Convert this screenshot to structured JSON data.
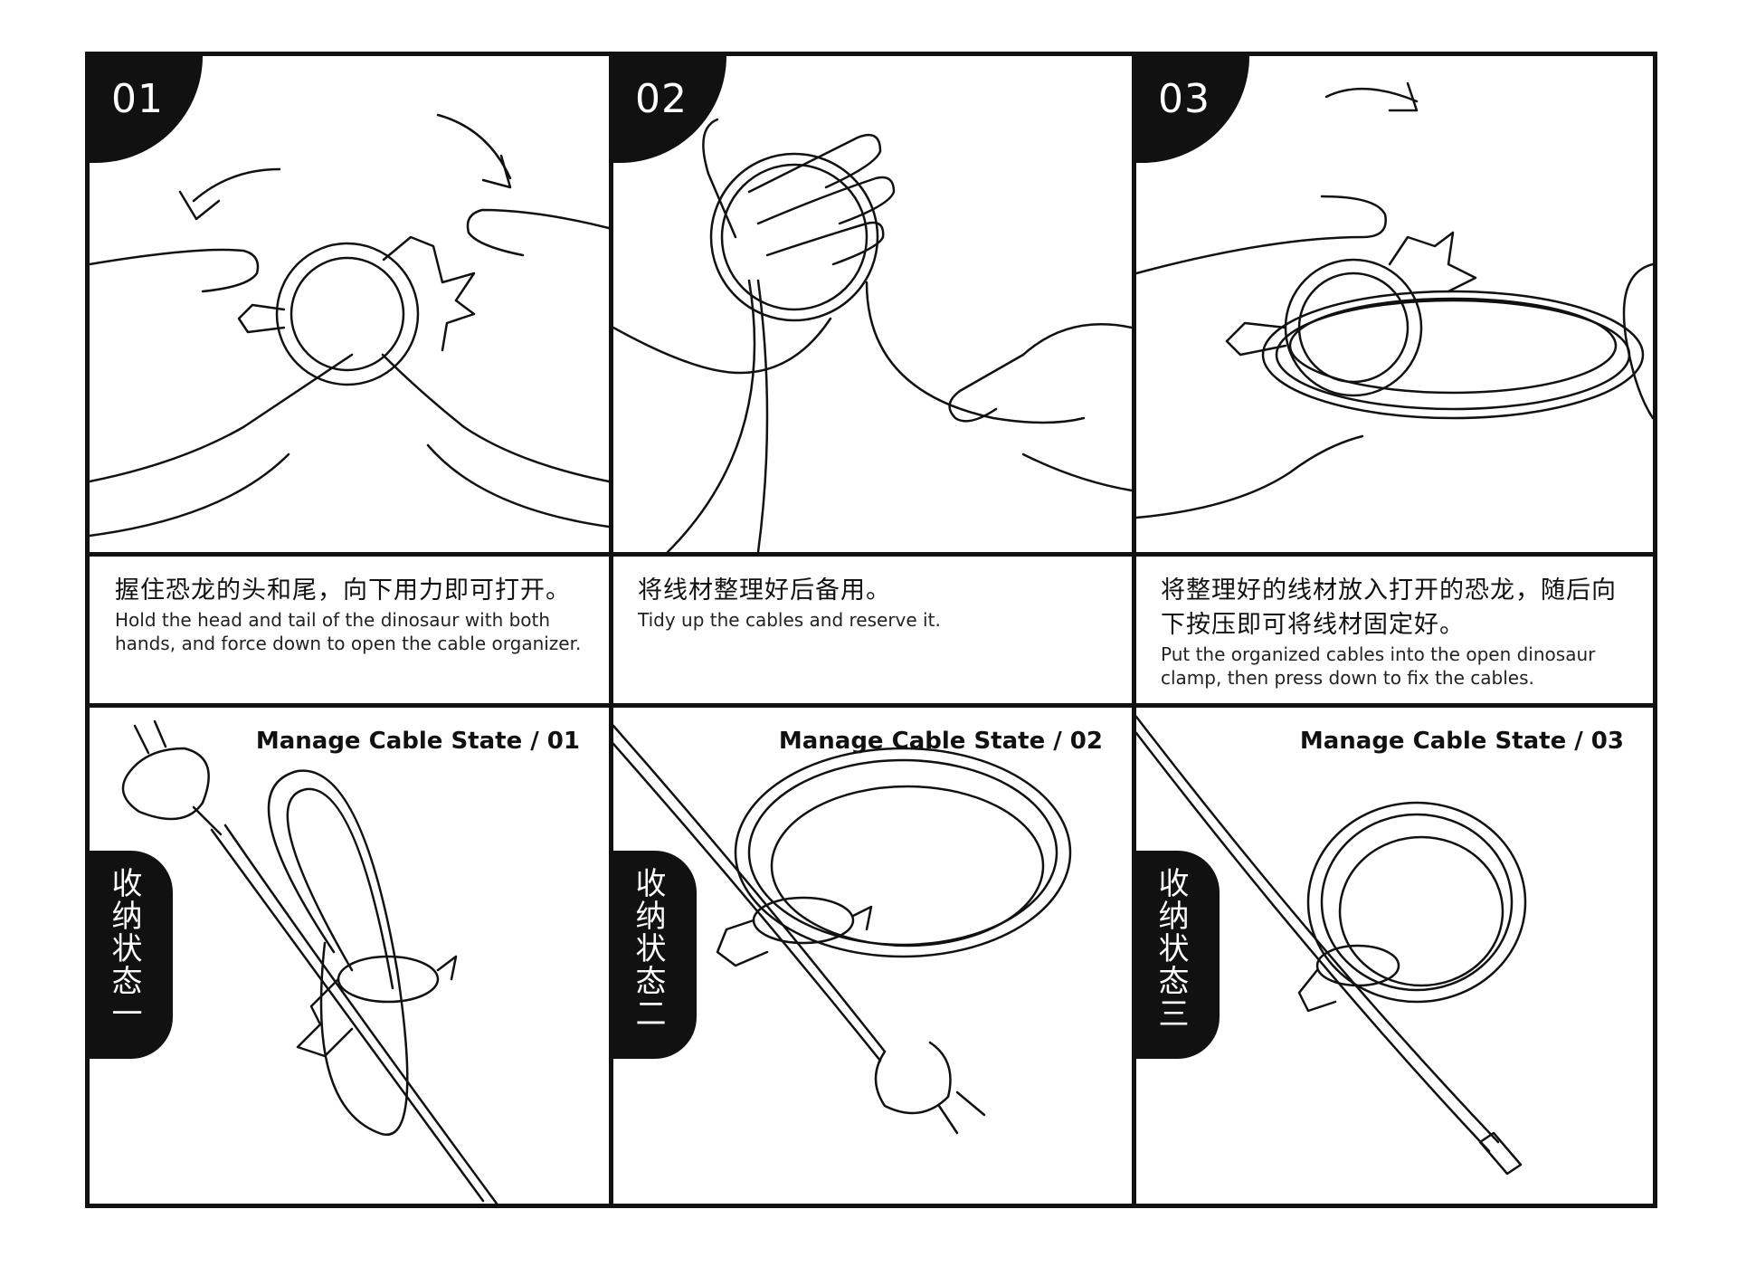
{
  "steps": [
    {
      "number": "01",
      "caption_zh": "握住恐龙的头和尾，向下用力即可打开。",
      "caption_en": "Hold the head and tail of the dinosaur with both hands, and force down to open the cable organizer."
    },
    {
      "number": "02",
      "caption_zh": "将线材整理好后备用。",
      "caption_en": "Tidy up the cables and reserve it."
    },
    {
      "number": "03",
      "caption_zh": "将整理好的线材放入打开的恐龙，随后向下按压即可将线材固定好。",
      "caption_en": "Put the organized cables into the open dinosaur clamp, then press down to fix the cables."
    }
  ],
  "states": [
    {
      "title": "Manage Cable State / 01",
      "label": "收纳状态一"
    },
    {
      "title": "Manage Cable State / 02",
      "label": "收纳状态二"
    },
    {
      "title": "Manage Cable State / 03",
      "label": "收纳状态三"
    }
  ]
}
